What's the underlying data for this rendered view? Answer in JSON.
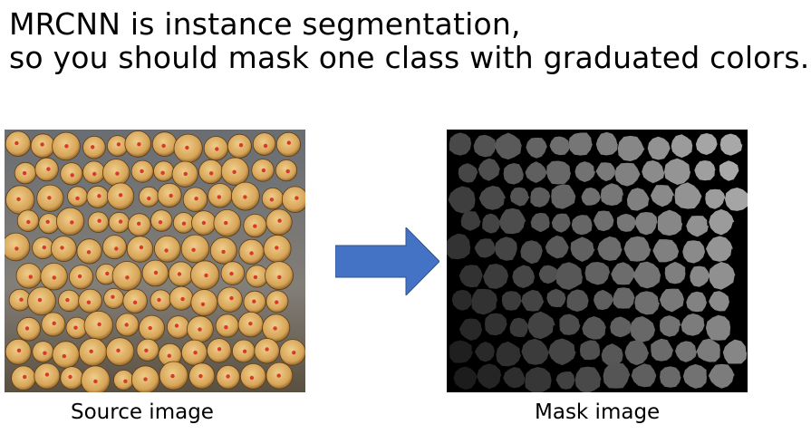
{
  "title": {
    "line1": "MRCNN is instance segmentation,",
    "line2": "so you should mask one class with graduated colors."
  },
  "source": {
    "caption": "Source image"
  },
  "mask": {
    "caption": "Mask image"
  },
  "arrow": {
    "icon": "right-arrow-icon",
    "color": "#4472c4"
  },
  "colors": {
    "log_light": "#e2b56a",
    "log_dark": "#8a5f25",
    "mark": "#d63a2a",
    "sky": "#b8cfe8",
    "mask_bg": "#000000"
  }
}
